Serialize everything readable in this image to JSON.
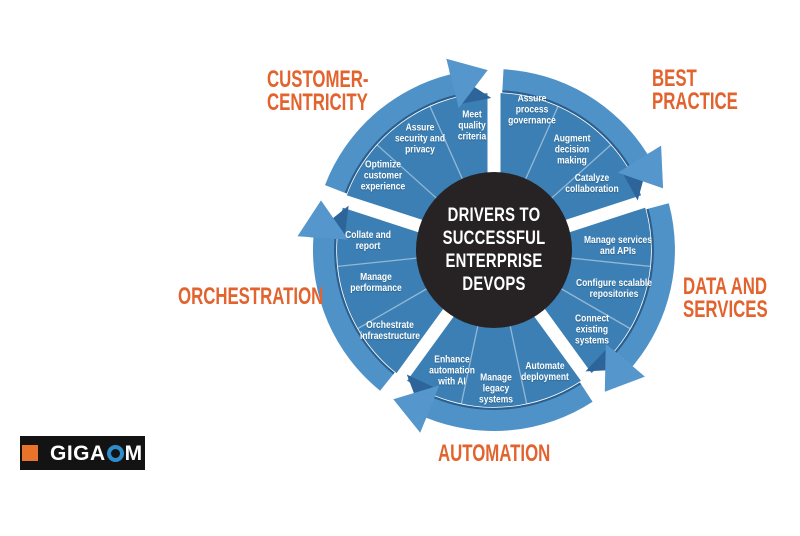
{
  "center": {
    "title": "DRIVERS TO\nSUCCESSFUL\nENTERPRISE\nDEVOPS"
  },
  "groups": [
    {
      "name": "customer-centricity",
      "header": "CUSTOMER-\nCENTRICITY",
      "items": [
        {
          "label": "Optimize\ncustomer\nexperience"
        },
        {
          "label": "Assure\nsecurity and\nprivacy"
        },
        {
          "label": "Meet\nquality\ncriteria"
        }
      ]
    },
    {
      "name": "best-practice",
      "header": "BEST\nPRACTICE",
      "items": [
        {
          "label": "Assure\nprocess\ngovernance"
        },
        {
          "label": "Augment\ndecision\nmaking"
        },
        {
          "label": "Catalyze\ncollaboration"
        }
      ]
    },
    {
      "name": "data-and-services",
      "header": "DATA AND\nSERVICES",
      "items": [
        {
          "label": "Manage services\nand APIs"
        },
        {
          "label": "Configure scalable\nrepositories"
        },
        {
          "label": "Connect\nexisting\nsystems"
        }
      ]
    },
    {
      "name": "automation",
      "header": "AUTOMATION",
      "items": [
        {
          "label": "Automate\ndeployment"
        },
        {
          "label": "Manage\nlegacy\nsystems"
        },
        {
          "label": "Enhance\nautomation\nwith AI"
        }
      ]
    },
    {
      "name": "orchestration",
      "header": "ORCHESTRATION",
      "items": [
        {
          "label": "Orchestrate\ninfraestructure"
        },
        {
          "label": "Manage\nperformance"
        },
        {
          "label": "Collate and\nreport"
        }
      ]
    }
  ],
  "logo": {
    "prefix": "GIGA",
    "suffix": "M"
  },
  "colors": {
    "wedge_blue": "#3b7fb4",
    "band_blue": "#4f92c8",
    "band_edge_dark": "#2b5f8e",
    "arrow_shadow": "#2d6499",
    "hub_dark": "#272324",
    "header_orange": "#e2632d",
    "logo_orange": "#e8742c",
    "logo_blue": "#2e8ccb"
  }
}
